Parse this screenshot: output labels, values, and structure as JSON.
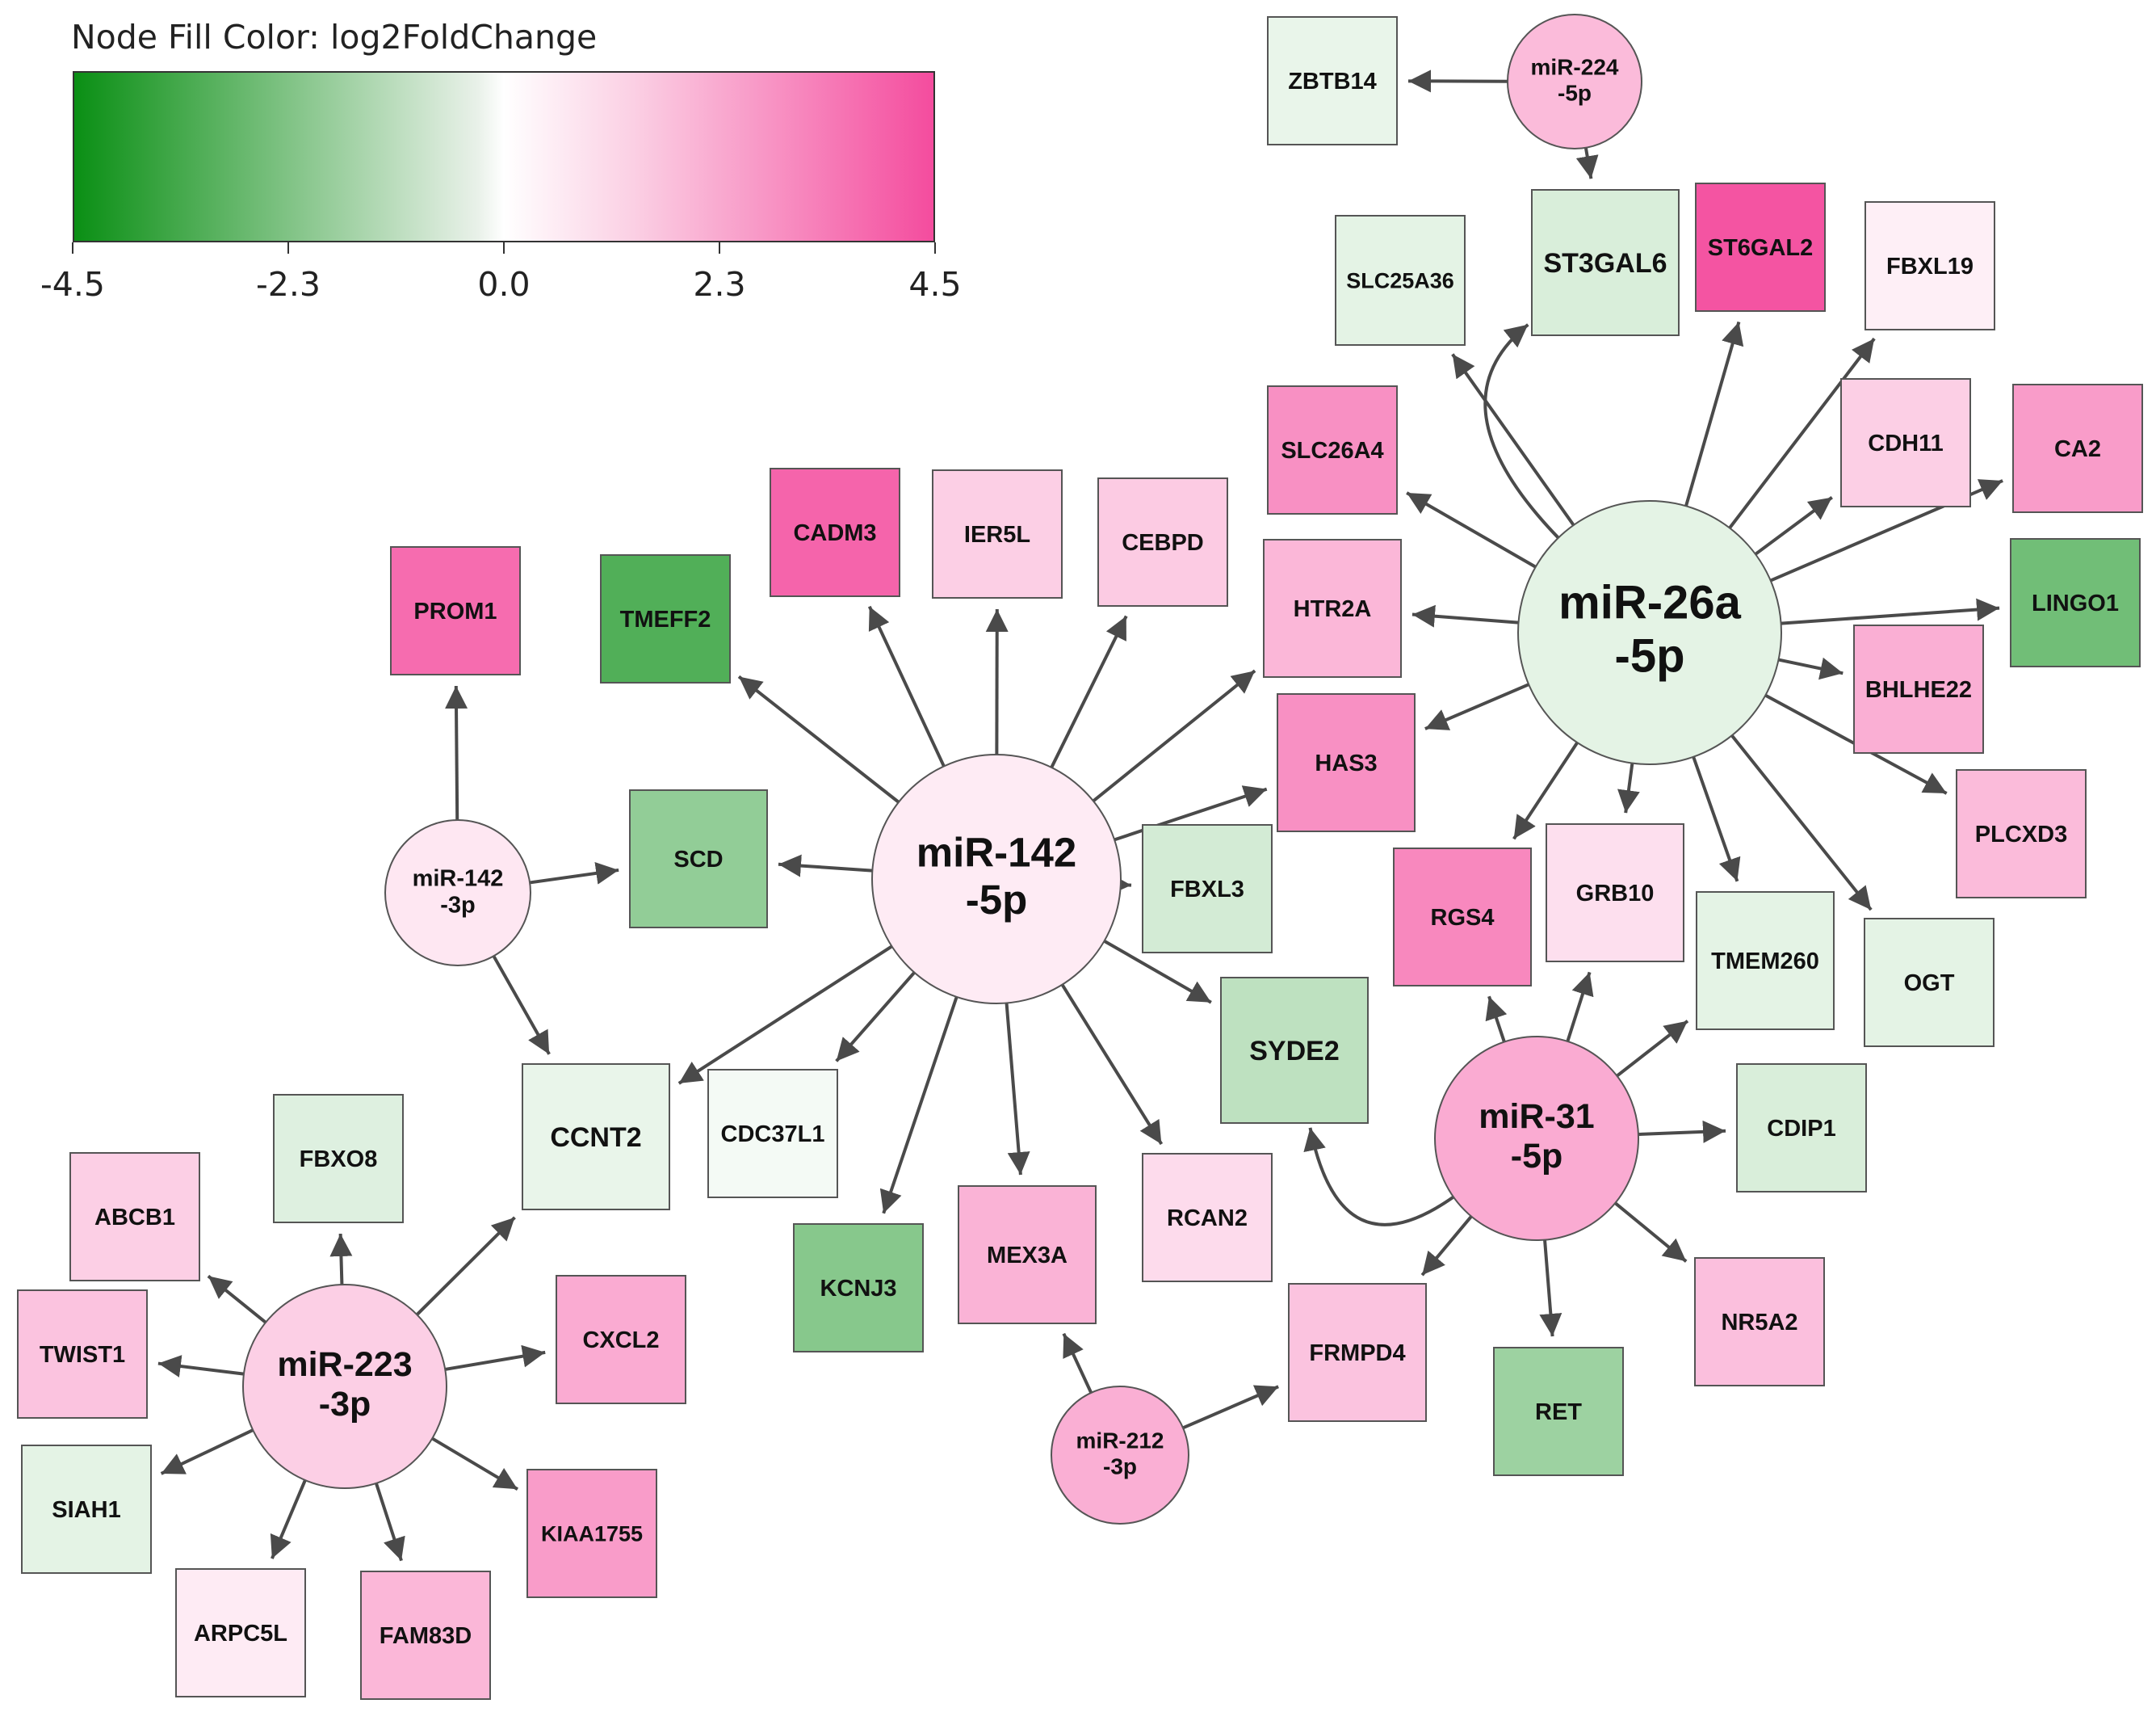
{
  "legend": {
    "title": "Node Fill Color:  log2FoldChange",
    "ticks": [
      "-4.5",
      "-2.3",
      "0.0",
      "2.3",
      "4.5"
    ],
    "tick_values": [
      -4.5,
      -2.3,
      0.0,
      2.3,
      4.5
    ]
  },
  "colors": {
    "green_min": "#0a8f14",
    "neutral": "#ffffff",
    "pink_max": "#f44c9e",
    "edge": "#4a4a4a",
    "border": "#555555"
  },
  "mirnas": [
    {
      "id": "miR-224-5p",
      "lines": [
        "miR-224",
        "-5p"
      ],
      "fc": 1.7
    },
    {
      "id": "miR-26a-5p",
      "lines": [
        "miR-26a",
        "-5p"
      ],
      "fc": -0.5
    },
    {
      "id": "miR-142-5p",
      "lines": [
        "miR-142",
        "-5p"
      ],
      "fc": 0.5
    },
    {
      "id": "miR-142-3p",
      "lines": [
        "miR-142",
        "-3p"
      ],
      "fc": 0.6
    },
    {
      "id": "miR-31-5p",
      "lines": [
        "miR-31",
        "-5p"
      ],
      "fc": 2.1
    },
    {
      "id": "miR-223-3p",
      "lines": [
        "miR-223",
        "-3p"
      ],
      "fc": 1.2
    },
    {
      "id": "miR-212-3p",
      "lines": [
        "miR-212",
        "-3p"
      ],
      "fc": 2.0
    }
  ],
  "genes": [
    {
      "id": "ZBTB14",
      "fc": -0.4
    },
    {
      "id": "ST3GAL6",
      "fc": -0.7
    },
    {
      "id": "ST6GAL2",
      "fc": 4.3
    },
    {
      "id": "FBXL19",
      "fc": 0.4
    },
    {
      "id": "SLC25A36",
      "fc": -0.5
    },
    {
      "id": "SLC26A4",
      "fc": 2.8
    },
    {
      "id": "CDH11",
      "fc": 1.2
    },
    {
      "id": "CA2",
      "fc": 2.5
    },
    {
      "id": "HTR2A",
      "fc": 1.8
    },
    {
      "id": "LINGO1",
      "fc": -2.6
    },
    {
      "id": "BHLHE22",
      "fc": 2.0
    },
    {
      "id": "HAS3",
      "fc": 2.8
    },
    {
      "id": "PLCXD3",
      "fc": 1.7
    },
    {
      "id": "RGS4",
      "fc": 3.0
    },
    {
      "id": "GRB10",
      "fc": 0.8
    },
    {
      "id": "TMEM260",
      "fc": -0.5
    },
    {
      "id": "OGT",
      "fc": -0.5
    },
    {
      "id": "CADM3",
      "fc": 3.9
    },
    {
      "id": "IER5L",
      "fc": 1.2
    },
    {
      "id": "CEBPD",
      "fc": 1.3
    },
    {
      "id": "PROM1",
      "fc": 3.7
    },
    {
      "id": "TMEFF2",
      "fc": -3.2
    },
    {
      "id": "SCD",
      "fc": -2.0
    },
    {
      "id": "FBXL3",
      "fc": -0.8
    },
    {
      "id": "SYDE2",
      "fc": -1.2
    },
    {
      "id": "CDIP1",
      "fc": -0.7
    },
    {
      "id": "CCNT2",
      "fc": -0.4
    },
    {
      "id": "CDC37L1",
      "fc": -0.2
    },
    {
      "id": "FBXO8",
      "fc": -0.6
    },
    {
      "id": "ABCB1",
      "fc": 1.2
    },
    {
      "id": "TWIST1",
      "fc": 1.5
    },
    {
      "id": "CXCL2",
      "fc": 2.1
    },
    {
      "id": "KCNJ3",
      "fc": -2.2
    },
    {
      "id": "MEX3A",
      "fc": 1.9
    },
    {
      "id": "RCAN2",
      "fc": 0.9
    },
    {
      "id": "FRMPD4",
      "fc": 1.5
    },
    {
      "id": "NR5A2",
      "fc": 1.6
    },
    {
      "id": "RET",
      "fc": -1.8
    },
    {
      "id": "SIAH1",
      "fc": -0.5
    },
    {
      "id": "KIAA1755",
      "fc": 2.5
    },
    {
      "id": "ARPC5L",
      "fc": 0.5
    },
    {
      "id": "FAM83D",
      "fc": 1.8
    }
  ],
  "edges": [
    [
      "miR-224-5p",
      "ZBTB14"
    ],
    [
      "miR-224-5p",
      "ST3GAL6"
    ],
    [
      "miR-26a-5p",
      "ST3GAL6"
    ],
    [
      "miR-26a-5p",
      "ST6GAL2"
    ],
    [
      "miR-26a-5p",
      "FBXL19"
    ],
    [
      "miR-26a-5p",
      "SLC25A36"
    ],
    [
      "miR-26a-5p",
      "SLC26A4"
    ],
    [
      "miR-26a-5p",
      "CDH11"
    ],
    [
      "miR-26a-5p",
      "CA2"
    ],
    [
      "miR-26a-5p",
      "HTR2A"
    ],
    [
      "miR-26a-5p",
      "LINGO1"
    ],
    [
      "miR-26a-5p",
      "BHLHE22"
    ],
    [
      "miR-26a-5p",
      "HAS3"
    ],
    [
      "miR-26a-5p",
      "PLCXD3"
    ],
    [
      "miR-26a-5p",
      "RGS4"
    ],
    [
      "miR-26a-5p",
      "GRB10"
    ],
    [
      "miR-26a-5p",
      "TMEM260"
    ],
    [
      "miR-26a-5p",
      "OGT"
    ],
    [
      "miR-142-5p",
      "CADM3"
    ],
    [
      "miR-142-5p",
      "IER5L"
    ],
    [
      "miR-142-5p",
      "CEBPD"
    ],
    [
      "miR-142-5p",
      "TMEFF2"
    ],
    [
      "miR-142-5p",
      "SCD"
    ],
    [
      "miR-142-5p",
      "HTR2A"
    ],
    [
      "miR-142-5p",
      "HAS3"
    ],
    [
      "miR-142-5p",
      "FBXL3"
    ],
    [
      "miR-142-5p",
      "SYDE2"
    ],
    [
      "miR-142-5p",
      "CCNT2"
    ],
    [
      "miR-142-5p",
      "CDC37L1"
    ],
    [
      "miR-142-5p",
      "KCNJ3"
    ],
    [
      "miR-142-5p",
      "MEX3A"
    ],
    [
      "miR-142-5p",
      "RCAN2"
    ],
    [
      "miR-142-3p",
      "PROM1"
    ],
    [
      "miR-142-3p",
      "SCD"
    ],
    [
      "miR-142-3p",
      "CCNT2"
    ],
    [
      "miR-31-5p",
      "SYDE2"
    ],
    [
      "miR-31-5p",
      "RGS4"
    ],
    [
      "miR-31-5p",
      "GRB10"
    ],
    [
      "miR-31-5p",
      "TMEM260"
    ],
    [
      "miR-31-5p",
      "CDIP1"
    ],
    [
      "miR-31-5p",
      "FRMPD4"
    ],
    [
      "miR-31-5p",
      "RET"
    ],
    [
      "miR-31-5p",
      "NR5A2"
    ],
    [
      "miR-223-3p",
      "FBXO8"
    ],
    [
      "miR-223-3p",
      "ABCB1"
    ],
    [
      "miR-223-3p",
      "TWIST1"
    ],
    [
      "miR-223-3p",
      "SIAH1"
    ],
    [
      "miR-223-3p",
      "ARPC5L"
    ],
    [
      "miR-223-3p",
      "FAM83D"
    ],
    [
      "miR-223-3p",
      "KIAA1755"
    ],
    [
      "miR-223-3p",
      "CXCL2"
    ],
    [
      "miR-223-3p",
      "CCNT2"
    ],
    [
      "miR-212-3p",
      "MEX3A"
    ],
    [
      "miR-212-3p",
      "FRMPD4"
    ]
  ]
}
